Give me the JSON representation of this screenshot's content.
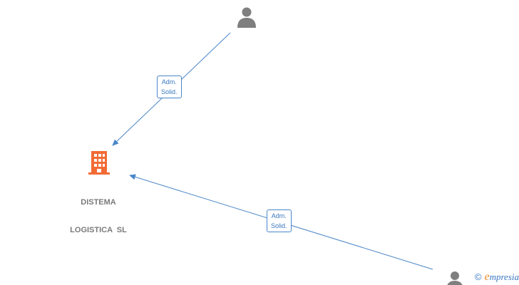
{
  "company": {
    "name_line1": "DISTEMA",
    "name_line2": "LOGISTICA  SL",
    "icon": "building-icon",
    "color": "#f26b35"
  },
  "persons": [
    {
      "icon": "person-icon",
      "color": "#7f7f7f"
    },
    {
      "icon": "person-icon",
      "color": "#7f7f7f"
    }
  ],
  "edges": [
    {
      "label_line1": "Adm.",
      "label_line2": "Solid."
    },
    {
      "label_line1": "Adm.",
      "label_line2": "Solid."
    }
  ],
  "edge_color": "#4a86c8",
  "watermark": {
    "copyright": "©",
    "brand_initial": "e",
    "brand_rest": "mpresia"
  }
}
